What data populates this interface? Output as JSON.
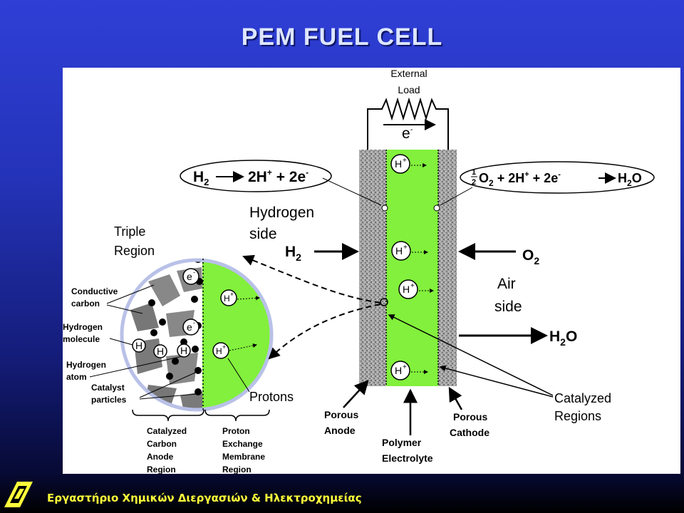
{
  "title": "PEM FUEL CELL",
  "footer": "Εργαστήριο Χημικών Διεργασιών & Ηλεκτροχημείας",
  "colors": {
    "membrane": "#82f03c",
    "background_top": "#2f3fd6",
    "footer_text": "#ffff3a"
  },
  "diagram": {
    "external_load": [
      "External",
      "Load"
    ],
    "electron": "e",
    "electron_sup": "-",
    "anode_reaction": {
      "h2": "H",
      "h2_sub": "2",
      "rest": "2H",
      "plus": "+",
      "plus2": " + 2e",
      "minus": "-"
    },
    "cathode_reaction": {
      "half_num": "1",
      "half_den": "2",
      "o2": "O",
      "o2_sub": "2",
      "mid": " + 2H",
      "plus": "+",
      "mid2": " + 2e",
      "minus": "-",
      "h2o": "H",
      "h2o_sub": "2",
      "o": "O"
    },
    "hydrogen_side": [
      "Hydrogen",
      "side"
    ],
    "air_side": [
      "Air",
      "side"
    ],
    "h2_input": {
      "h": "H",
      "sub": "2"
    },
    "o2_input": {
      "o": "O",
      "sub": "2"
    },
    "h2o_output": {
      "h": "H",
      "sub": "2",
      "o": "O"
    },
    "proton": "H",
    "proton_sup": "+",
    "triple_region": [
      "Triple",
      "Region"
    ],
    "conductive_carbon": [
      "Conductive",
      "carbon"
    ],
    "hydrogen_molecule": [
      "Hydrogen",
      "molecule"
    ],
    "hydrogen_atom": [
      "Hydrogen",
      "atom"
    ],
    "catalyst_particles": [
      "Catalyst",
      "particles"
    ],
    "h_atom": "H",
    "protons": "Protons",
    "catalyzed_carbon_anode": [
      "Catalyzed",
      "Carbon",
      "Anode",
      "Region"
    ],
    "proton_exchange_membrane": [
      "Proton",
      "Exchange",
      "Membrane",
      "Region"
    ],
    "porous_anode": [
      "Porous",
      "Anode"
    ],
    "polymer_electrolyte": [
      "Polymer",
      "Electrolyte"
    ],
    "porous_cathode": [
      "Porous",
      "Cathode"
    ],
    "catalyzed_regions": [
      "Catalyzed",
      "Regions"
    ]
  }
}
